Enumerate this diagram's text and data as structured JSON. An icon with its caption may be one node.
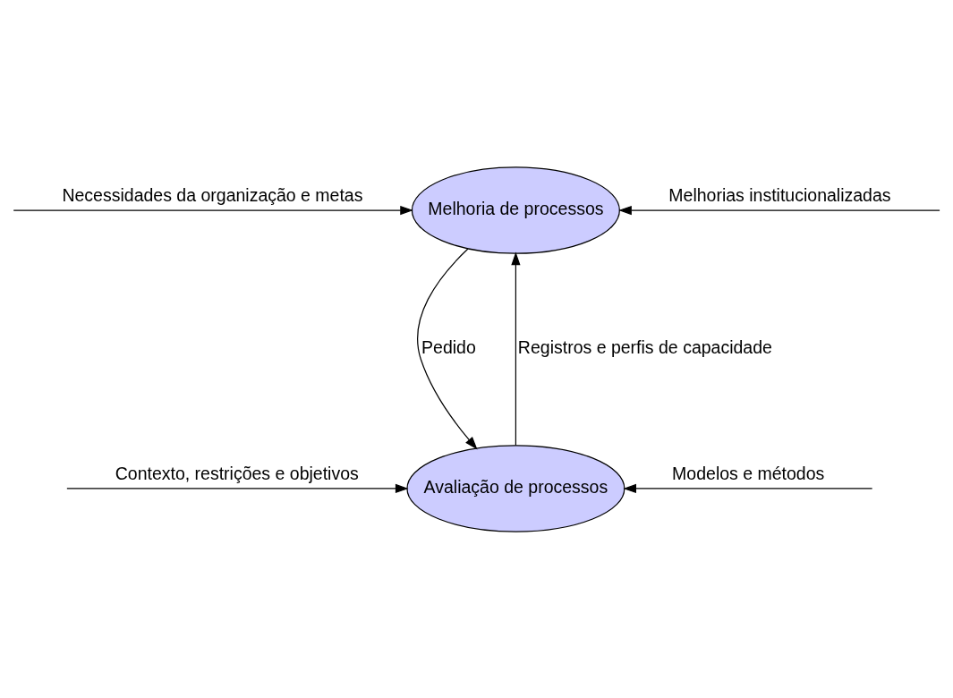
{
  "diagram": {
    "nodes": [
      {
        "text": [
          "Melhoria de processos"
        ]
      },
      {
        "text": [
          "Avaliação de processos"
        ]
      }
    ],
    "edges": [
      {
        "from": null,
        "to": 0,
        "arrow": "to",
        "label": "Necessidades da organização e metas"
      },
      {
        "from": null,
        "to": 0,
        "arrow": "to",
        "label": "Melhorias institucionalizadas"
      },
      {
        "from": 0,
        "to": 1,
        "arrow": "to",
        "label": "Pedido"
      },
      {
        "from": 1,
        "to": 0,
        "arrow": "to",
        "label": "Registros e perfis de capacidade"
      },
      {
        "from": null,
        "to": 1,
        "arrow": "to",
        "label": "Contexto, restrições e objetivos"
      },
      {
        "from": null,
        "to": 1,
        "arrow": "to",
        "label": "Modelos e métodos"
      }
    ]
  }
}
